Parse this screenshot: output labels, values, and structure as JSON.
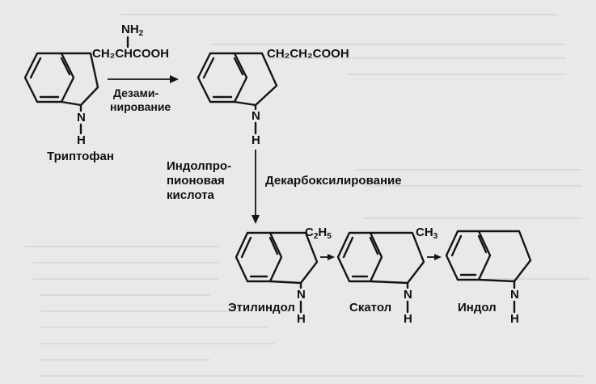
{
  "formulas": {
    "nh2": "NH",
    "nh2_sub": "2",
    "trp_chain": "CH₂CHCOOH",
    "ipa_chain": "CH₂CH₂COOH",
    "c2h5": "C",
    "c2h5_sub1": "2",
    "c2h5_h": "H",
    "c2h5_sub2": "5",
    "ch3": "CH",
    "ch3_sub": "3",
    "n": "N",
    "h": "H"
  },
  "labels": {
    "tryptophan": "Триптофан",
    "deamination_1": "Дезами-",
    "deamination_2": "нирование",
    "ipa_1": "Индолпро-",
    "ipa_2": "пионовая",
    "ipa_3": "кислота",
    "decarboxylation": "Декарбоксилирование",
    "ethylindole": "Этилиндол",
    "skatole": "Скатол",
    "indole": "Индол"
  },
  "colors": {
    "ink": "#151515",
    "paper": "#e9e9e7"
  }
}
